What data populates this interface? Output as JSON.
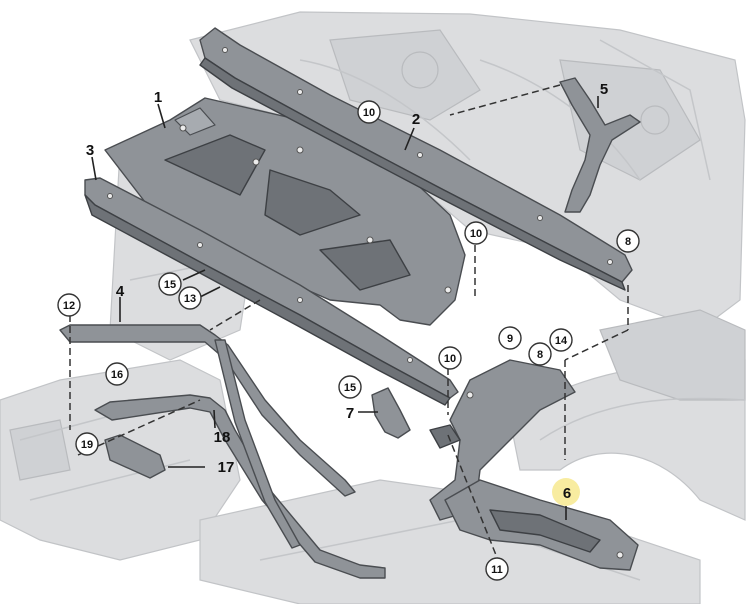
{
  "labels": {
    "l1": "1",
    "l2": "2",
    "l3": "3",
    "l4": "4",
    "l5": "5",
    "l6": "6",
    "l7": "7",
    "l17": "17",
    "l18": "18"
  },
  "callouts": {
    "c8a": "8",
    "c8b": "8",
    "c9": "9",
    "c10a": "10",
    "c10b": "10",
    "c10c": "10",
    "c11": "11",
    "c12": "12",
    "c13": "13",
    "c14": "14",
    "c15a": "15",
    "c15b": "15",
    "c16": "16",
    "c19": "19"
  },
  "colors": {
    "highlight": "#f7e98f",
    "part": "#8f9398",
    "background_body": "#dcdddf"
  }
}
